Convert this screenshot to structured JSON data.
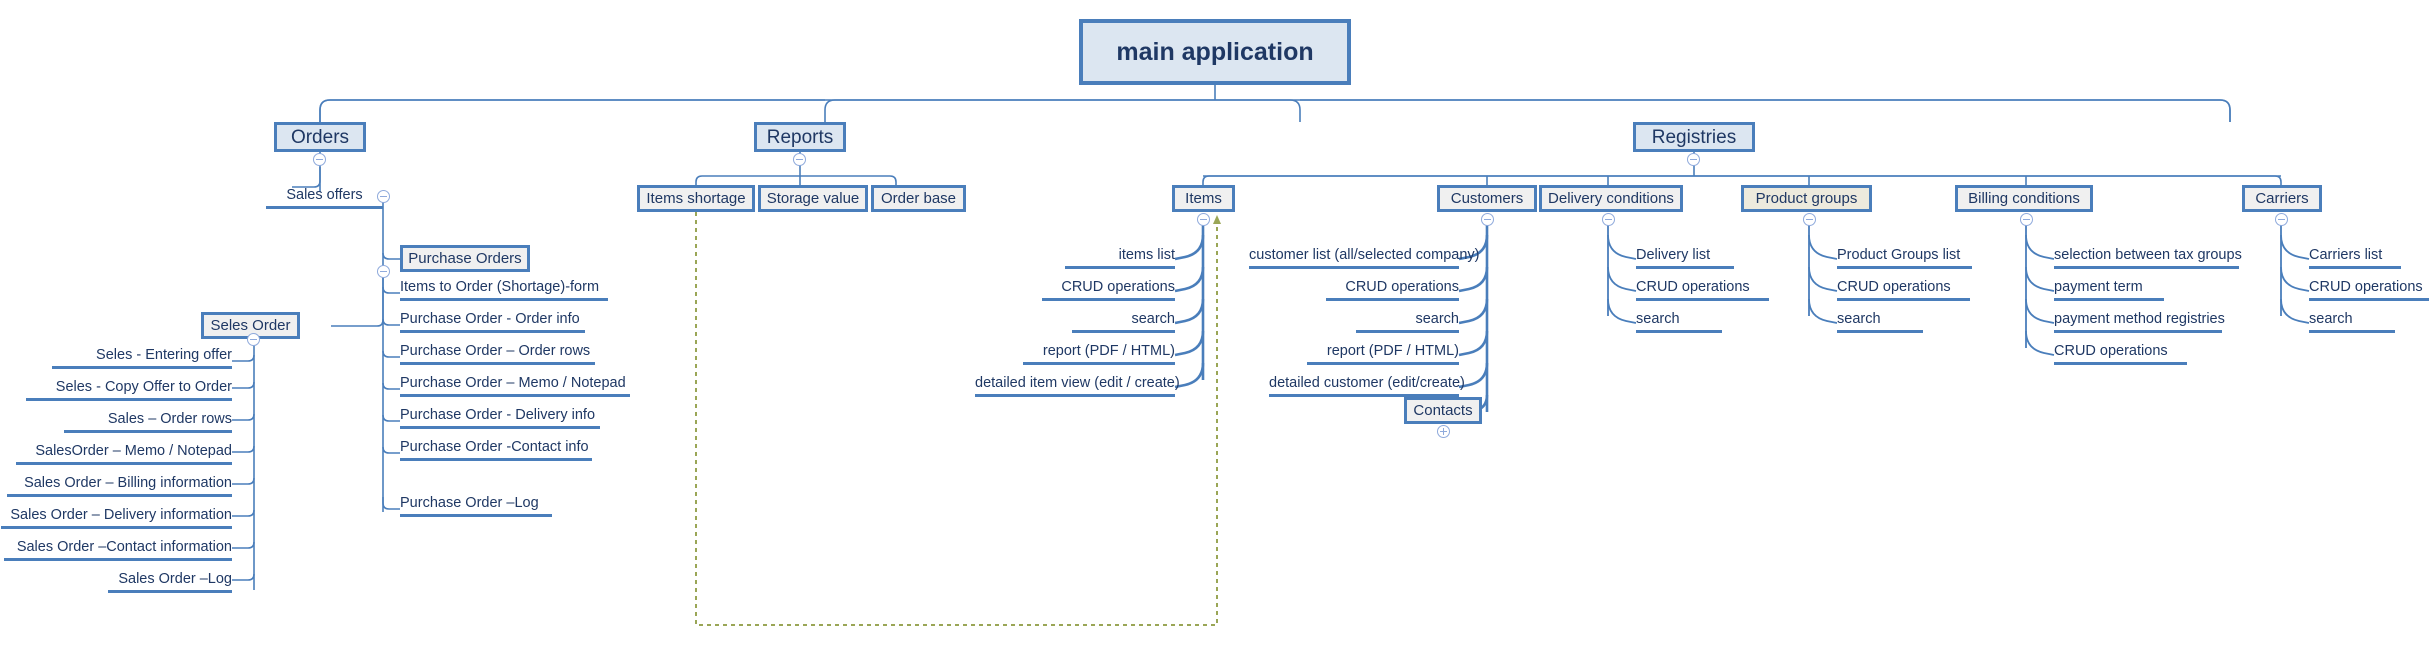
{
  "diagram": {
    "type": "tree-mindmap",
    "title": "main application",
    "accent_border": "#4a7ebb",
    "node_fill": "#dce6f1",
    "plain_fill": "#f0f0f0",
    "cream_fill": "#edeadd",
    "text_color": "#1f3864",
    "dashed_link_color": "#9aa656"
  },
  "root": {
    "label": "main application"
  },
  "branches": [
    {
      "id": "orders",
      "label": "Orders",
      "children": [
        {
          "id": "sales-offers",
          "label": "Sales offers",
          "children": [
            {
              "id": "purchase-orders",
              "label": "Purchase Orders",
              "children": [
                {
                  "label": "Items to Order (Shortage)-form"
                },
                {
                  "label": "Purchase Order - Order info"
                },
                {
                  "label": "Purchase Order – Order rows"
                },
                {
                  "label": "Purchase Order – Memo / Notepad"
                },
                {
                  "label": "Purchase Order - Delivery info"
                },
                {
                  "label": "Purchase Order -Contact info"
                },
                {
                  "label": "Purchase Order –Log"
                }
              ]
            },
            {
              "id": "seles-order",
              "label": "Seles Order",
              "children": [
                {
                  "label": "Seles - Entering offer"
                },
                {
                  "label": "Seles - Copy Offer to Order"
                },
                {
                  "label": "Sales – Order rows"
                },
                {
                  "label": "SalesOrder – Memo / Notepad"
                },
                {
                  "label": "Sales Order – Billing information"
                },
                {
                  "label": "Sales Order – Delivery information"
                },
                {
                  "label": "Sales Order –Contact information"
                },
                {
                  "label": "Sales Order –Log"
                }
              ]
            }
          ]
        }
      ]
    },
    {
      "id": "reports",
      "label": "Reports",
      "children": [
        {
          "id": "items-shortage",
          "label": "Items shortage"
        },
        {
          "id": "storage-value",
          "label": "Storage value"
        },
        {
          "id": "order-base",
          "label": "Order base"
        }
      ]
    },
    {
      "id": "registries",
      "label": "Registries",
      "children": [
        {
          "id": "items",
          "label": "Items",
          "children": [
            {
              "label": "items list"
            },
            {
              "label": "CRUD operations"
            },
            {
              "label": "search"
            },
            {
              "label": "report (PDF / HTML)"
            },
            {
              "label": "detailed item view (edit / create)"
            }
          ]
        },
        {
          "id": "customers",
          "label": "Customers",
          "children": [
            {
              "label": "customer list (all/selected company)"
            },
            {
              "label": "CRUD operations"
            },
            {
              "label": "search"
            },
            {
              "label": "report (PDF / HTML)"
            },
            {
              "label": "detailed customer (edit/create)"
            },
            {
              "id": "contacts",
              "label": "Contacts",
              "collapsed": true
            }
          ]
        },
        {
          "id": "delivery-conditions",
          "label": "Delivery conditions",
          "children": [
            {
              "label": "Delivery list"
            },
            {
              "label": "CRUD operations"
            },
            {
              "label": "search"
            }
          ]
        },
        {
          "id": "product-groups",
          "label": "Product groups",
          "children": [
            {
              "label": "Product Groups list"
            },
            {
              "label": "CRUD operations"
            },
            {
              "label": "search"
            }
          ]
        },
        {
          "id": "billing-conditions",
          "label": "Billing conditions",
          "children": [
            {
              "label": "selection between tax groups"
            },
            {
              "label": "payment term"
            },
            {
              "label": "payment method registries"
            },
            {
              "label": "CRUD operations"
            }
          ]
        },
        {
          "id": "carriers",
          "label": "Carriers",
          "children": [
            {
              "label": "Carriers list"
            },
            {
              "label": "CRUD operations"
            },
            {
              "label": "search"
            }
          ]
        }
      ]
    }
  ],
  "cross_link": {
    "from": "items-shortage",
    "to": "items",
    "style": "dashed",
    "color": "#9aa656"
  }
}
